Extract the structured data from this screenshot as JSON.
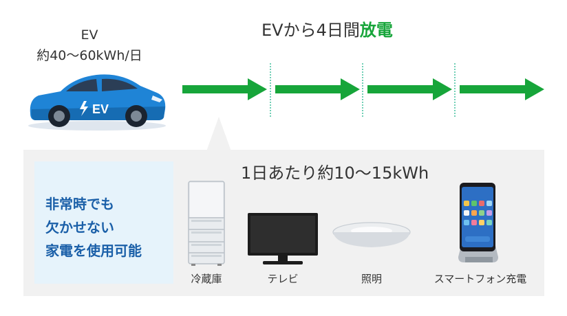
{
  "ev": {
    "label_line1": "EV",
    "label_line2": "約40〜60kWh/日",
    "car_badge": "EV"
  },
  "header": {
    "title_prefix": "EVから4日間",
    "title_accent": "放電"
  },
  "panel": {
    "daily_usage": "1日あたり約10〜15kWh",
    "info_lines": [
      "非常時でも",
      "欠かせない",
      "家電を使用可能"
    ]
  },
  "devices": [
    {
      "label": "冷蔵庫",
      "icon": "refrigerator-icon"
    },
    {
      "label": "テレビ",
      "icon": "television-icon"
    },
    {
      "label": "照明",
      "icon": "ceiling-light-icon"
    },
    {
      "label": "スマートフォン充電",
      "icon": "smartphone-charging-icon"
    }
  ],
  "colors": {
    "arrow_green": "#17a53a",
    "accent_green": "#17a53a",
    "info_blue": "#1a5fa8",
    "panel_gray": "#f1f1f1",
    "info_bg": "#e6f3fb",
    "car_blue": "#1f84d6",
    "separator": "#6fcfb5"
  }
}
